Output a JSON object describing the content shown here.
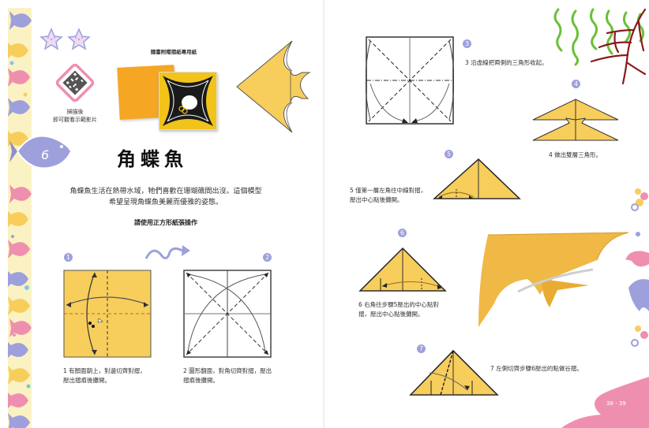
{
  "left_page": {
    "chapter_number": "6",
    "qr": {
      "caption_line1": "掃描後",
      "caption_line2": "即可觀看示範影片"
    },
    "paper_label": "隨書附贈摺紙專用紙",
    "title": "角蝶魚",
    "intro_line1": "角蝶魚生活在熱帶水域，牠們喜歡在珊瑚礁間出沒。這個模型",
    "intro_line2": "希望呈現角蝶魚美麗而優雅的姿態。",
    "subheading": "請使用正方形紙張操作",
    "difficulty_stars": 2
  },
  "steps": [
    {
      "num": "1",
      "line1": "1 有顏面朝上，對邊切齊對摺，",
      "line2": "壓出摺痕後攤開。"
    },
    {
      "num": "2",
      "line1": "2 圖形翻面，對角切齊對摺，壓出",
      "line2": "摺痕後攤開。"
    },
    {
      "num": "3",
      "line1": "3 沿虛線把兩側的三角形收起。",
      "line2": ""
    },
    {
      "num": "4",
      "line1": "4 做出雙層三角形。",
      "line2": ""
    },
    {
      "num": "5",
      "line1": "5 僅第一層左角往中線對摺，",
      "line2": "壓出中心點後攤開。"
    },
    {
      "num": "6",
      "line1": "6 右角往步驟5壓出的中心點對",
      "line2": "摺，壓出中心點後攤開。"
    },
    {
      "num": "7",
      "line1": "7 左側切齊步驟6壓出的點做谷摺。",
      "line2": ""
    }
  ],
  "footer": {
    "page_numbers": "38 - 39"
  },
  "colors": {
    "paper_yellow": "#f7cd5c",
    "step_badge": "#9ea0dc",
    "accent_pink": "#ef8fb0",
    "strip_bg": "#fbf2c4",
    "model_orange": "#f0b845"
  }
}
